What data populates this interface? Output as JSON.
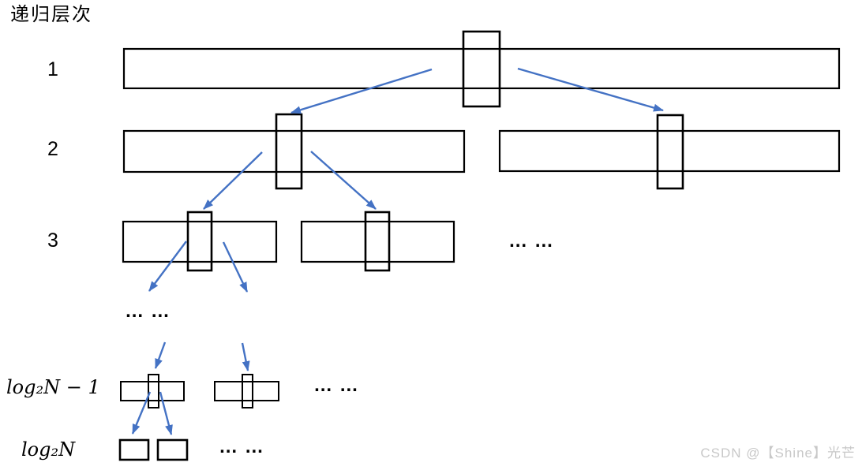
{
  "title": "递归层次",
  "watermark": "CSDN @【Shine】光芒",
  "colors": {
    "line": "#000000",
    "arrow": "#4472C4",
    "watermark": "#c8c8c8",
    "text": "#000000"
  },
  "row_labels": {
    "level1": "1",
    "level2": "2",
    "level3": "3",
    "level_log2n_minus_1": "log₂N − 1",
    "level_log2n": "log₂N"
  },
  "ellipses": {
    "level3_more": "… …",
    "level4_more": "… …",
    "level_log2n_minus_1_more": "… …",
    "level_log2n_more": "… …"
  }
}
